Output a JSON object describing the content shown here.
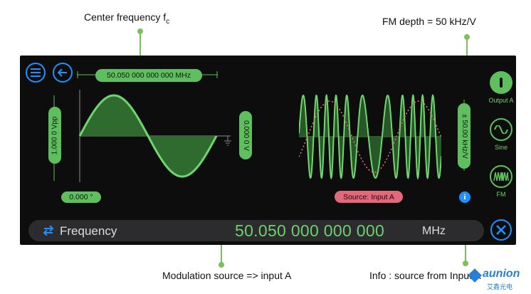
{
  "annotations": {
    "center_freq": "Center frequency f",
    "center_freq_sub": "c",
    "fm_depth": "FM depth = 50 kHz/V",
    "mod_source": "Modulation source => input A",
    "info": "Info : source from Input A"
  },
  "pills": {
    "frequency": "50.050 000 000 000 MHz",
    "amplitude": "1.000 0 Vpp",
    "offset": "0.000 0 V",
    "phase": "0.000 °",
    "fm_depth": "± 50.00 kHz/V",
    "source": "Source: Input A"
  },
  "side": {
    "output": "Output A",
    "sine": "Sine",
    "fm": "FM"
  },
  "bottom": {
    "label": "Frequency",
    "value": "50.050 000 000 000",
    "unit": "MHz"
  },
  "watermark": {
    "brand": "aunion",
    "sub": "艾鑫光电"
  },
  "colors": {
    "accent_green": "#5fbf5f",
    "blue": "#1e90ff",
    "source_red": "#e06a7b"
  }
}
